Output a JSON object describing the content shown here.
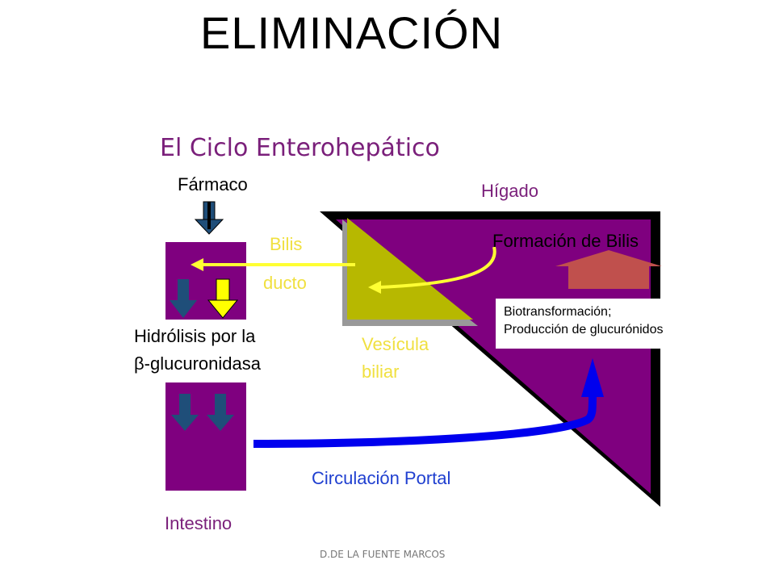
{
  "title": "ELIMINACIÓN",
  "subtitle": "El Ciclo Enterohepático",
  "labels": {
    "farmaco": "Fármaco",
    "higado": "Hígado",
    "bilis": "Bilis",
    "ducto": "ducto",
    "formacion_bilis": "Formación de Bilis",
    "hidrolisis_line1": "Hidrólisis por la",
    "hidrolisis_line2": "β-glucuronidasa",
    "vesicula_line1": "Vesícula",
    "vesicula_line2": "biliar",
    "biotransformacion_line1": "Biotransformación;",
    "biotransformacion_line2": "Producción de glucurónidos",
    "circulacion_portal": "Circulación Portal",
    "intestino": "Intestino"
  },
  "footer": "D.DE LA FUENTE MARCOS",
  "colors": {
    "purple": "#7f007f",
    "olive": "#b7b800",
    "yellow": "#ffff33",
    "navy": "#1f4e79",
    "blue": "#0000ee",
    "salmon": "#c0504d"
  }
}
